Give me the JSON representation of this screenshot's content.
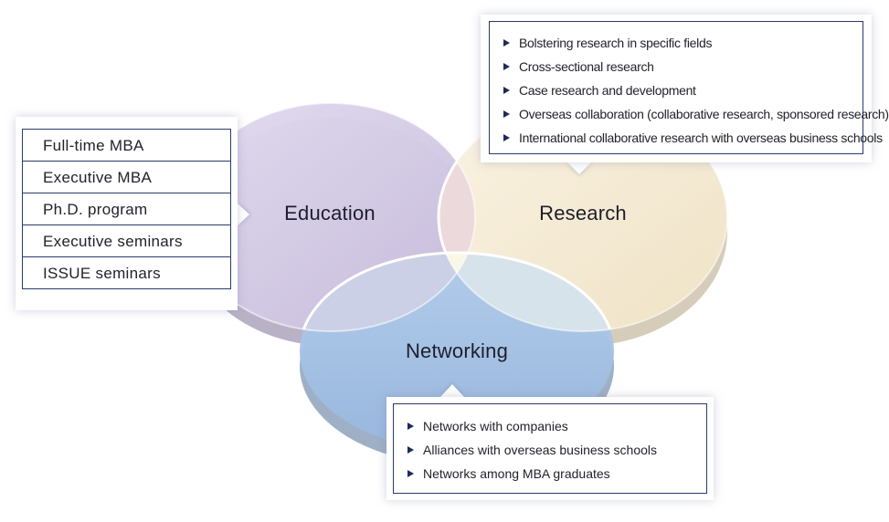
{
  "circles": {
    "education": {
      "label": "Education",
      "color": "#d3c9e4"
    },
    "research": {
      "label": "Research",
      "color": "#f3e9d3"
    },
    "networking": {
      "label": "Networking",
      "color": "#a9c6e8"
    }
  },
  "education_items": [
    "Full-time MBA",
    "Executive MBA",
    "Ph.D. program",
    "Executive seminars",
    "ISSUE seminars"
  ],
  "research_items": [
    "Bolstering research in specific fields",
    "Cross-sectional research",
    "Case research and development",
    "Overseas collaboration (collaborative research, sponsored research)",
    "International collaborative research with overseas business schools"
  ],
  "networking_items": [
    "Networks with companies",
    "Alliances with overseas business schools",
    "Networks among MBA graduates"
  ],
  "colors": {
    "border": "#2b3a6b",
    "bullet": "#1c2b5a"
  }
}
